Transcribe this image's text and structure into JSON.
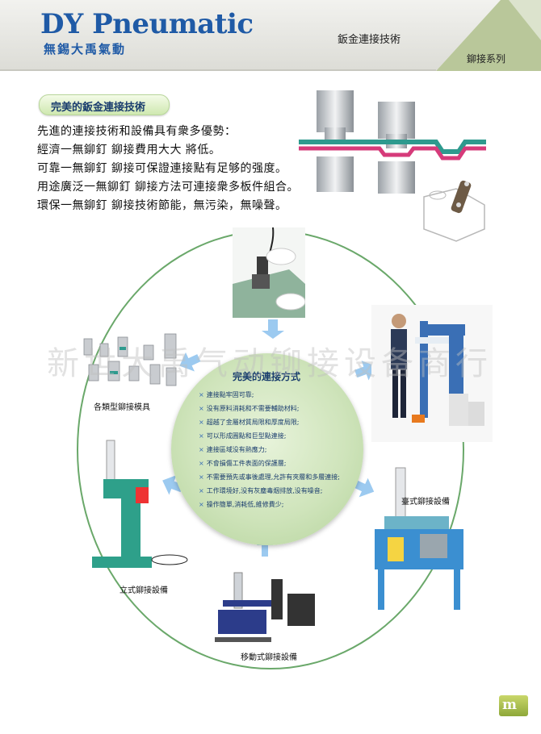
{
  "header": {
    "brand_en": "DY Pneumatic",
    "brand_cn": "無錫大禹氣動",
    "title": "鈑金連接技術",
    "subtitle": "鉚接系列"
  },
  "intro": {
    "section_label": "完美的鈑金連接技術",
    "lines": [
      "先進的連接技術和設備具有衆多優勢：",
      "經濟一無鉚釘  鉚接費用大大  將低。",
      "可靠一無鉚釘  鉚接可保證連接點有足够的强度。",
      "用途廣泛一無鉚釘  鉚接方法可連接衆多板件組合。",
      "環保一無鉚釘  鉚接技術節能，無污染，無噪聲。"
    ]
  },
  "center": {
    "title": "完美的連接方式",
    "features": [
      "連接點牢固可靠;",
      "没有原料消耗和不需要輔助材料;",
      "超越了金屬材質局限和厚度局限;",
      "可以形成圓點和巨型點連接;",
      "連接區域没有熱應力;",
      "不會損傷工件表面的保護層;",
      "不需要預先或事後處理,允許有夾層和多層連接;",
      "工作環境好,没有灰塵毒烟排放,没有噪音;",
      "操作簡單,消耗低,維修費少;"
    ]
  },
  "captions": {
    "dies": "各類型鉚接模具",
    "bench": "臺式鉚接設備",
    "standing": "立式鉚接設備",
    "mobile": "移動式鉚接設備"
  },
  "watermark": "新世大禹气动铆接设备商行",
  "page_number": "m",
  "colors": {
    "brand": "#1f5aa6",
    "accent_green": "#8ea83a",
    "arrow": "#9ccaf0"
  }
}
